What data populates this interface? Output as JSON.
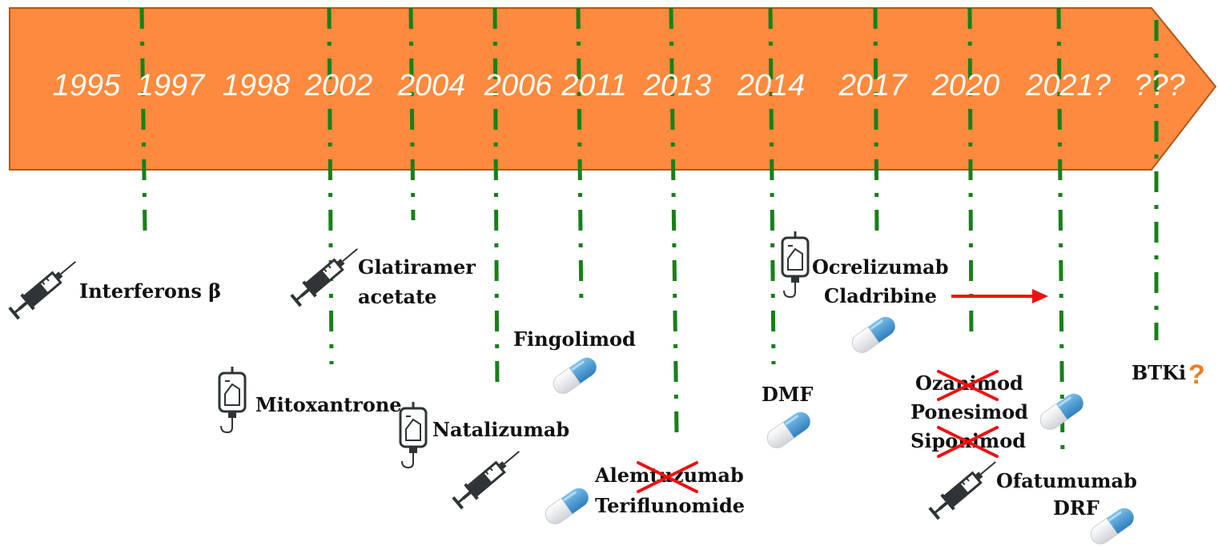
{
  "timeline": {
    "arrow_color": "#fd8a3e",
    "line_color": "#17801a",
    "years": [
      "1995",
      "1997",
      "1998",
      "2002",
      "2004",
      "2006",
      "2011",
      "2013",
      "2014",
      "2017",
      "2020",
      "2021?",
      "???"
    ]
  },
  "drugs": {
    "interferons": "Interferons β",
    "glatiramer_1": "Glatiramer",
    "glatiramer_2": "acetate",
    "mitoxantrone": "Mitoxantrone",
    "natalizumab": "Natalizumab",
    "fingolimod": "Fingolimod",
    "alemtuzumab": "Alemtuzumab",
    "teriflunomide": "Teriflunomide",
    "dmf": "DMF",
    "ocrelizumab": "Ocrelizumab",
    "cladribine": "Cladribine",
    "ozanimod": "Ozanimod",
    "ponesimod": "Ponesimod",
    "siponimod": "Siponimod",
    "ofatumumab": "Ofatumumab",
    "drf": "DRF",
    "btki": "BTKi",
    "btki_mark": "?"
  },
  "icons": {
    "syringe": "syringe-icon",
    "infusion_bag": "infusion-bag-icon",
    "capsule": "capsule-icon",
    "cross_out": "red-cross-out",
    "arrow": "red-arrow"
  }
}
